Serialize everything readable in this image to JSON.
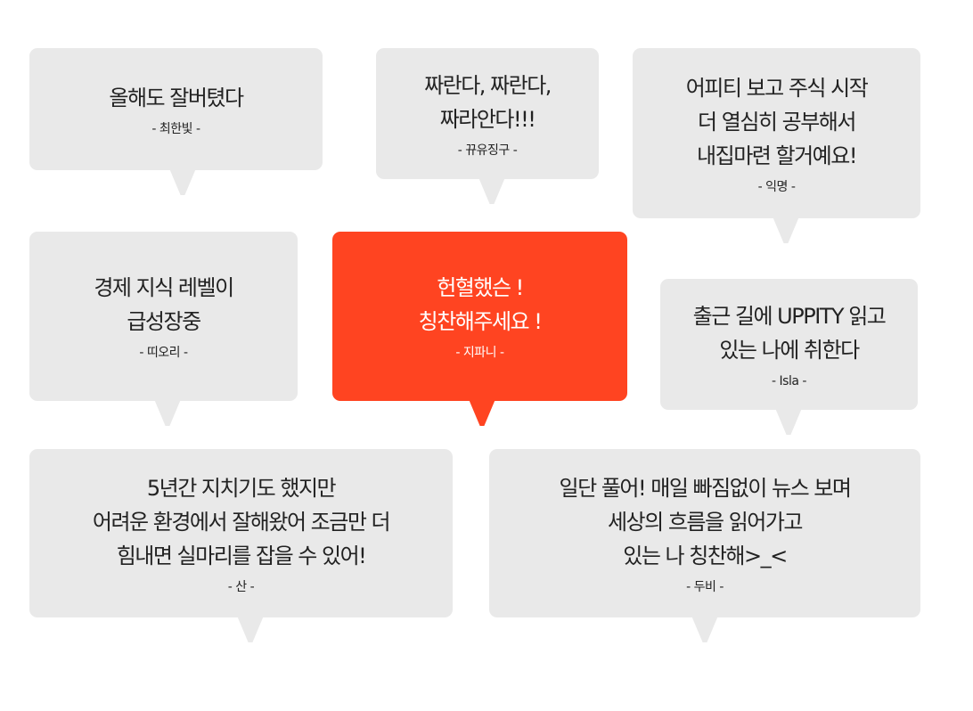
{
  "accent_color": "#ff4421",
  "bubble_color": "#e9e9e9",
  "bubbles": [
    {
      "message": "올해도 잘버텼다",
      "author": "-  최한빛 -"
    },
    {
      "message": "짜란다, 짜란다,\n짜라안다!!!",
      "author": "-   뀨유징구 -"
    },
    {
      "message": "어피티 보고 주식 시작\n더 열심히 공부해서\n내집마련 할거예요!",
      "author": "- 익명 -"
    },
    {
      "message": "경제 지식 레벨이\n급성장중",
      "author": "- 띠오리 -"
    },
    {
      "message": "헌혈했슨 !\n칭찬해주세요 !",
      "author": "- 지파니 -"
    },
    {
      "message": "출근 길에 UPPITY 읽고\n있는 나에 취한다",
      "author": "- Isla -"
    },
    {
      "message": "5년간 지치기도 했지만\n어려운 환경에서 잘해왔어 조금만 더\n힘내면 실마리를 잡을 수 있어!",
      "author": "- 산 -"
    },
    {
      "message": "일단 풀어! 매일 빠짐없이 뉴스 보며\n세상의 흐름을 읽어가고\n있는 나 칭찬해>_<",
      "author": "- 두비 -"
    }
  ]
}
